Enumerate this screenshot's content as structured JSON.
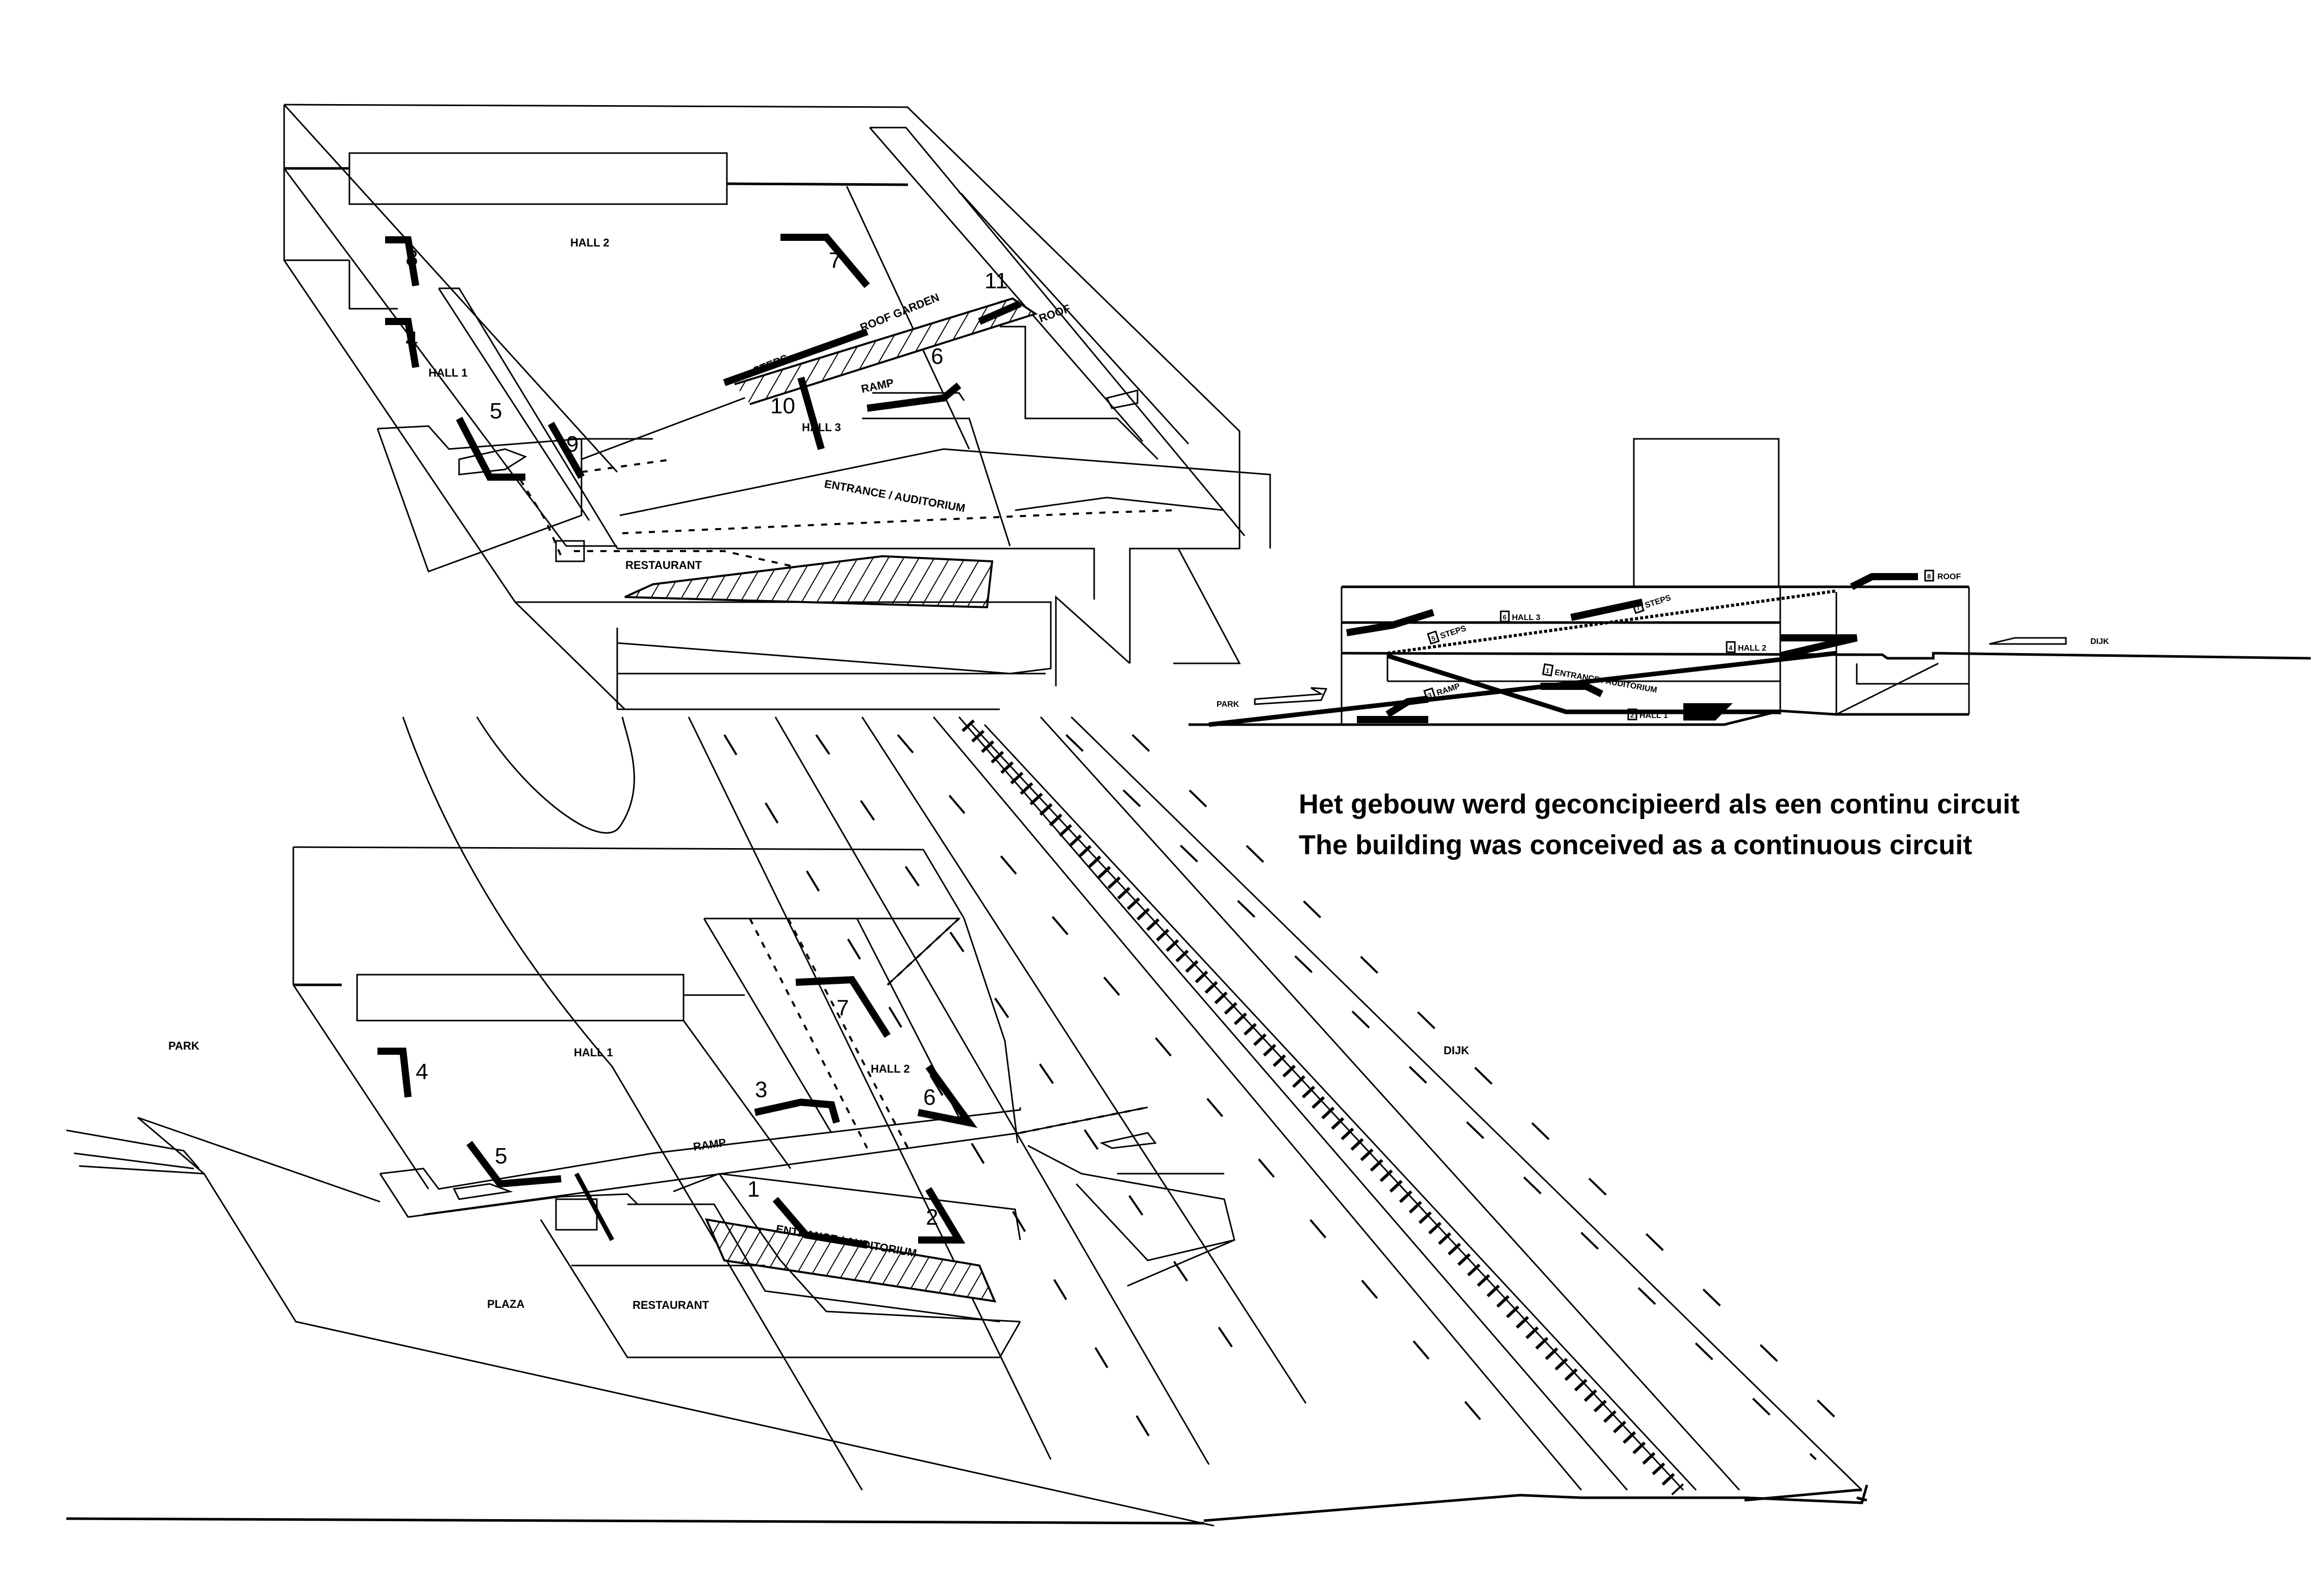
{
  "colors": {
    "ink": "#000000",
    "paper": "#ffffff"
  },
  "caption": {
    "dutch": "Het gebouw werd geconcipieerd als een continu circuit",
    "english": "The building was conceived as a continuous circuit"
  },
  "upper_axonometric": {
    "labels": {
      "hall2": "HALL 2",
      "hall1": "HALL 1",
      "hall3": "HALL 3",
      "roof_garden": "ROOF GARDEN",
      "roof": "ROOF",
      "steps": "STEPS",
      "ramp": "RAMP",
      "entrance": "ENTRANCE / AUDITORIUM",
      "restaurant": "RESTAURANT"
    },
    "route_numbers": [
      "4",
      "5",
      "6",
      "7",
      "8",
      "9",
      "10",
      "11"
    ]
  },
  "section": {
    "labels": {
      "park": "PARK",
      "dijk": "DIJK",
      "roof": "ROOF",
      "hall3": "HALL 3",
      "steps_upper": "STEPS",
      "steps_lower": "STEPS",
      "hall2": "HALL 2",
      "entrance": "ENTRANCE / AUDITORIUM",
      "ramp": "RAMP",
      "hall1": "HALL 1"
    },
    "route_numbers": {
      "entrance": "1",
      "hall1": "2",
      "ramp": "3",
      "hall2": "4",
      "steps_lower": "5",
      "hall3": "6",
      "steps_upper": "7",
      "roof": "8"
    }
  },
  "lower_axonometric": {
    "labels": {
      "park": "PARK",
      "dijk": "DIJK",
      "hall1": "HALL 1",
      "hall2": "HALL 2",
      "ramp": "RAMP",
      "entrance": "ENTRANCE / AUDITORIUM",
      "plaza": "PLAZA",
      "restaurant": "RESTAURANT"
    },
    "route_numbers": [
      "1",
      "2",
      "3",
      "4",
      "5",
      "6",
      "7"
    ]
  }
}
